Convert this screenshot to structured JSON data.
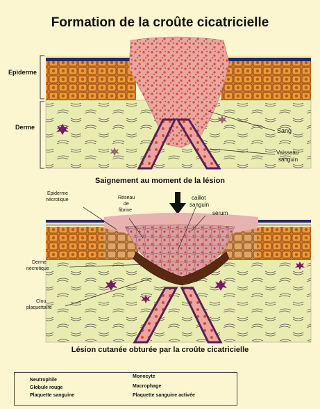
{
  "title": "Formation de la croûte cicatricielle",
  "panel_top": {
    "caption": "Saignement au moment de la lésion",
    "labels": {
      "epiderme": "Epiderme",
      "derme": "Derme",
      "sang": "Sang",
      "vaisseau_line1": "Vaisseau",
      "vaisseau_line2": "sanguin"
    }
  },
  "panel_bottom": {
    "caption": "Lésion cutanée obturée par la croûte cicatricielle",
    "labels": {
      "epiderme_necrotique_line1": "Epiderme",
      "epiderme_necrotique_line2": "nécrotique",
      "reseau_line1": "Réseau",
      "reseau_line2": "de",
      "reseau_line3": "fibrine",
      "caillot_line1": "caillot",
      "caillot_line2": "sanguin",
      "serum": "sérum",
      "derme_necrotique_line1": "Derme",
      "derme_necrotique_line2": "nécrotique",
      "clou_line1": "Clou",
      "clou_line2": "plaquettaire"
    }
  },
  "legend": {
    "items": [
      {
        "label": "Neutrophile",
        "icon": "neutrophil-icon"
      },
      {
        "label": "Globule rouge",
        "icon": "red-blood-cell-icon"
      },
      {
        "label": "Plaquette sanguine",
        "icon": "platelet-icon"
      },
      {
        "label": "Monocyte",
        "icon": "monocyte-icon"
      },
      {
        "label": "Macrophage",
        "icon": "macrophage-icon"
      },
      {
        "label": "Plaquette sanguine activée",
        "icon": "activated-platelet-icon"
      }
    ]
  },
  "colors": {
    "background": "#fbf6cf",
    "dermis": "#e8ecb0",
    "epidermis": "#e08a2a",
    "blood": "#e9a7a2",
    "vessel": "#5a1f57"
  }
}
